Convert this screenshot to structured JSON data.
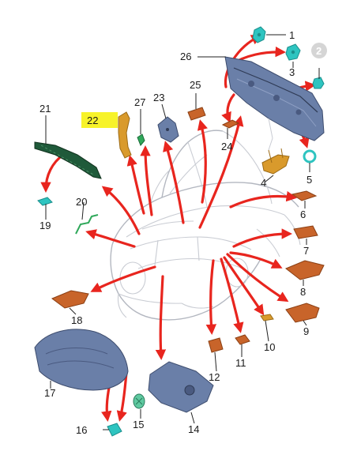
{
  "colors": {
    "arrow": "#e8251e",
    "highlight": "#f7f32a",
    "part_orange": "#c8642a",
    "part_gold": "#d99a2c",
    "part_blue": "#6a7fa8",
    "part_cyan": "#2ec4c0",
    "part_green": "#2fa85a",
    "car_outline": "#c9ccd3"
  },
  "callouts": [
    {
      "number": "1",
      "part": "clip-cyan"
    },
    {
      "number": "2",
      "part": "clip-cyan",
      "style": "greyed"
    },
    {
      "number": "3",
      "part": "clip-cyan"
    },
    {
      "number": "4",
      "part": "bracket-gold"
    },
    {
      "number": "5",
      "part": "ring-cyan"
    },
    {
      "number": "6",
      "part": "pad-orange"
    },
    {
      "number": "7",
      "part": "pad-orange"
    },
    {
      "number": "8",
      "part": "pad-orange"
    },
    {
      "number": "9",
      "part": "pad-orange"
    },
    {
      "number": "10",
      "part": "clip-gold"
    },
    {
      "number": "11",
      "part": "pad-orange"
    },
    {
      "number": "12",
      "part": "block-orange"
    },
    {
      "number": "14",
      "part": "panel-blue"
    },
    {
      "number": "15",
      "part": "grommet-green"
    },
    {
      "number": "16",
      "part": "clip-cyan"
    },
    {
      "number": "17",
      "part": "shield-blue"
    },
    {
      "number": "18",
      "part": "pad-orange"
    },
    {
      "number": "19",
      "part": "clip-cyan"
    },
    {
      "number": "20",
      "part": "wire-green"
    },
    {
      "number": "21",
      "part": "strip-green"
    },
    {
      "number": "22",
      "part": "bracket-gold",
      "style": "highlighted"
    },
    {
      "number": "23",
      "part": "bracket-blue"
    },
    {
      "number": "24",
      "part": "pad-orange"
    },
    {
      "number": "25",
      "part": "block-orange"
    },
    {
      "number": "26",
      "part": "panel-blue"
    },
    {
      "number": "27",
      "part": "clip-green"
    }
  ]
}
